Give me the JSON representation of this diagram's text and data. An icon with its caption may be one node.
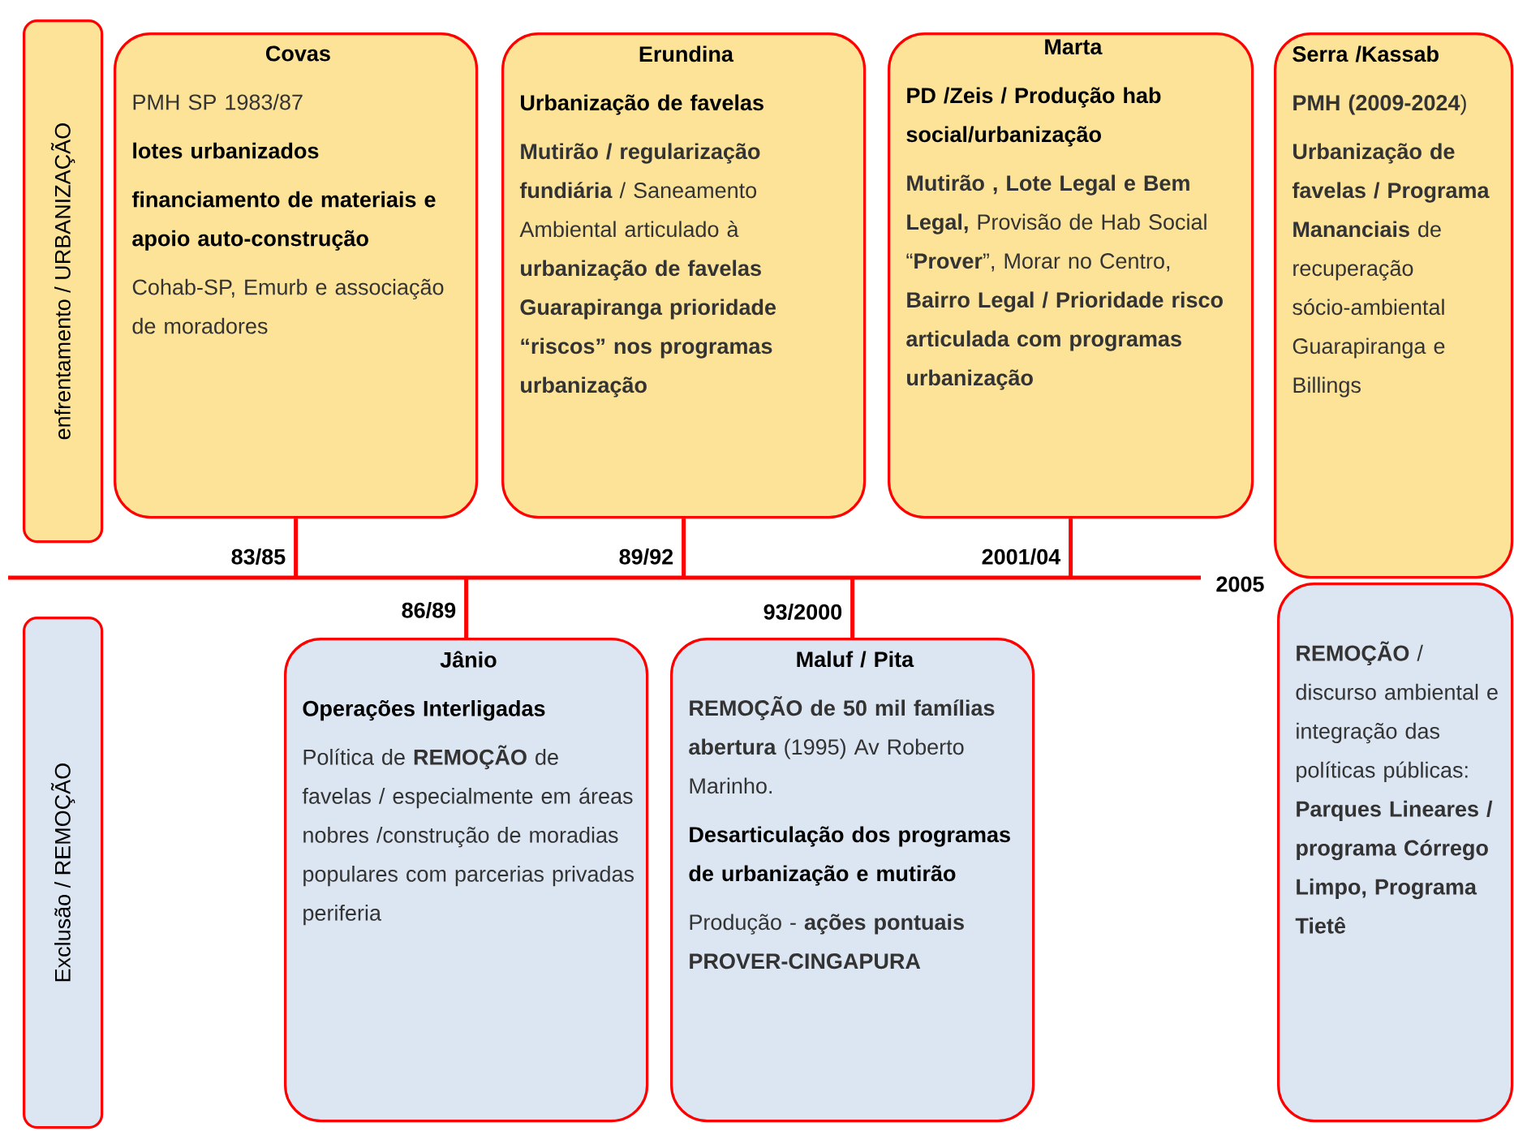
{
  "diagram": {
    "nodes": [
      {
        "text": [
          "enfrentamento / URBANIZAÇÃO"
        ]
      },
      {
        "text": [
          "Covas",
          "PMH SP 1983/87",
          "lotes urbanizados",
          "financiamento de materiais e apoio auto-construção",
          "Cohab-SP, Emurb e associação de moradores"
        ]
      },
      {
        "text": [
          "Erundina",
          "Urbanização de favelas",
          "**Mutirão / regularização fundiária** / Saneamento Ambiental articulado à **urbanização de favelas Guarapiranga prioridade “riscos” nos programas urbanização**"
        ]
      },
      {
        "text": [
          "Marta",
          "PD /Zeis / Produção hab social/urbanização",
          "**Mutirão , Lote Legal e Bem Legal,** Provisão de Hab Social “**Prover**”, Morar no Centro, **Bairro Legal / Prioridade risco articulada com programas urbanização**"
        ]
      },
      {
        "text": [
          "Serra /Kassab",
          "**PMH (2009-2024**)",
          "**Urbanização de favelas / Programa Mananciais** de recuperação sócio-ambiental Guarapiranga e Billings"
        ]
      },
      {
        "text": [
          "Exclusão / REMOÇÃO"
        ]
      },
      {
        "text": [
          "Jânio",
          "Operações Interligadas",
          "Política de **REMOÇÃO** de favelas / especialmente em áreas nobres /construção de moradias populares com parcerias privadas periferia"
        ]
      },
      {
        "text": [
          "Maluf / Pita",
          "**REMOÇÃO de 50 mil famílias abertura** (1995) Av Roberto Marinho.",
          "Desarticulação dos programas de urbanização e mutirão",
          "Produção - **ações pontuais PROVER-CINGAPURA**"
        ]
      },
      {
        "text": [
          "**REMOÇÃO** / discurso ambiental e integração das políticas públicas: **Parques Lineares / programa Córrego Limpo, Programa Tietê**"
        ]
      }
    ],
    "edges": [
      {
        "from": null,
        "to": 1,
        "arrow": "none",
        "label": "83/85"
      },
      {
        "from": null,
        "to": 2,
        "arrow": "none",
        "label": "89/92"
      },
      {
        "from": null,
        "to": 3,
        "arrow": "none",
        "label": "2001/04"
      },
      {
        "from": null,
        "to": 6,
        "arrow": "none",
        "label": "86/89"
      },
      {
        "from": null,
        "to": 7,
        "arrow": "none",
        "label": "93/2000"
      }
    ],
    "labels": [
      "2005"
    ]
  }
}
